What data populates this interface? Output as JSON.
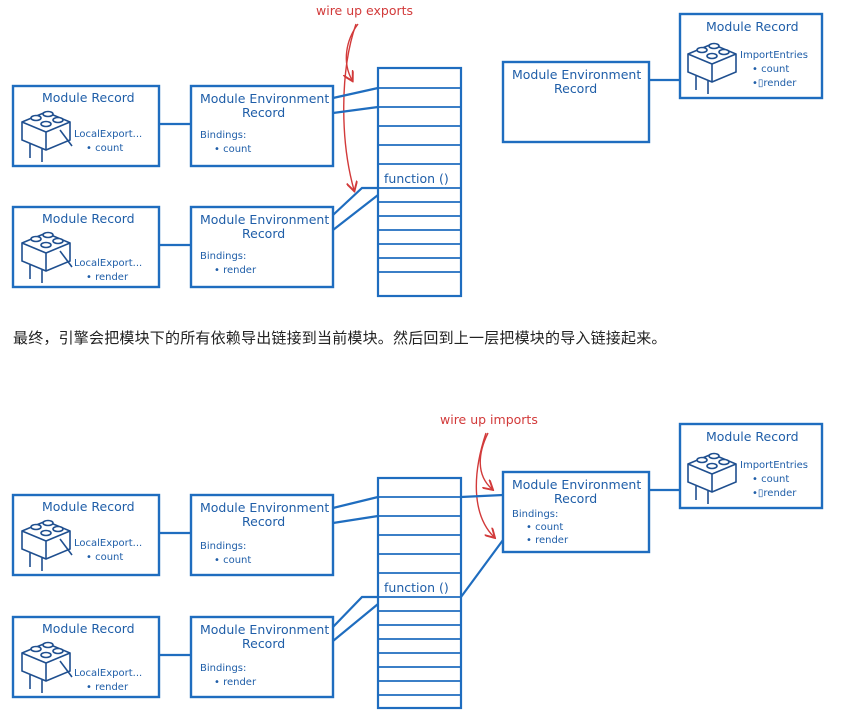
{
  "top_diagram": {
    "annotation": "wire up exports",
    "record1": {
      "module_record_title": "Module Record",
      "local_export_label": "LocalExport...",
      "local_export_item": "• count",
      "env_title_line1": "Module Environment",
      "env_title_line2": "Record",
      "bindings_label": "Bindings:",
      "bindings_item": "• count"
    },
    "record2": {
      "module_record_title": "Module Record",
      "local_export_label": "LocalExport...",
      "local_export_item": "• render",
      "env_title_line1": "Module Environment",
      "env_title_line2": "Record",
      "bindings_label": "Bindings:",
      "bindings_item": "• render"
    },
    "memory_function_label": "function ()",
    "importer": {
      "env_title_line1": "Module Environment",
      "env_title_line2": "Record",
      "module_record_title": "Module Record",
      "import_entries_label": "ImportEntries",
      "import_item1": "• count",
      "import_item2": "•▯render"
    }
  },
  "caption": "最终，引擎会把模块下的所有依赖导出链接到当前模块。然后回到上一层把模块的导入链接起来。",
  "bottom_diagram": {
    "annotation": "wire up imports",
    "record1": {
      "module_record_title": "Module Record",
      "local_export_label": "LocalExport...",
      "local_export_item": "• count",
      "env_title_line1": "Module Environment",
      "env_title_line2": "Record",
      "bindings_label": "Bindings:",
      "bindings_item": "• count"
    },
    "record2": {
      "module_record_title": "Module Record",
      "local_export_label": "LocalExport...",
      "local_export_item": "• render",
      "env_title_line1": "Module Environment",
      "env_title_line2": "Record",
      "bindings_label": "Bindings:",
      "bindings_item": "• render"
    },
    "memory_function_label": "function ()",
    "importer": {
      "env_title_line1": "Module Environment",
      "env_title_line2": "Record",
      "bindings_label": "Bindings:",
      "bindings_item1": "• count",
      "bindings_item2": "• render",
      "module_record_title": "Module Record",
      "import_entries_label": "ImportEntries",
      "import_item1": "• count",
      "import_item2": "•▯render"
    }
  }
}
